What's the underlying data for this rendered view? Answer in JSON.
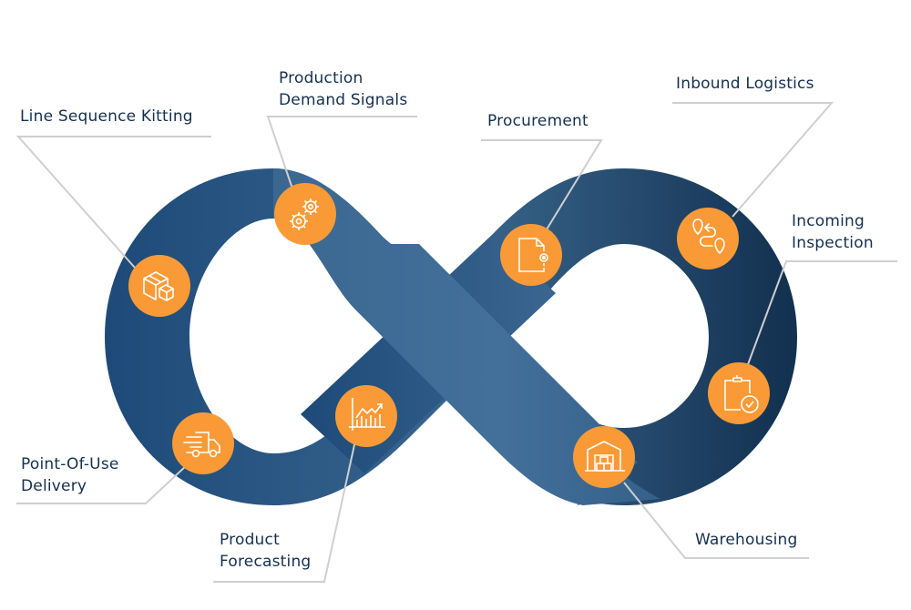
{
  "diagram": {
    "title": "Supply chain infinity loop",
    "colors": {
      "band_dark": "#13304f",
      "band_mid": "#2a5580",
      "band_light": "#456f95",
      "node_fill": "#f99a36",
      "icon_stroke": "#ffffff",
      "leader_line": "#cfcfcf",
      "label_text": "#14304f"
    },
    "nodes": [
      {
        "id": "line-sequence-kitting",
        "lines": [
          "Line Sequence Kitting"
        ],
        "icon": "boxes-icon"
      },
      {
        "id": "production-demand-signals",
        "lines": [
          "Production",
          "Demand Signals"
        ],
        "icon": "gears-icon"
      },
      {
        "id": "procurement",
        "lines": [
          "Procurement"
        ],
        "icon": "document-gear-icon"
      },
      {
        "id": "inbound-logistics",
        "lines": [
          "Inbound Logistics"
        ],
        "icon": "route-pins-icon"
      },
      {
        "id": "incoming-inspection",
        "lines": [
          "Incoming",
          "Inspection"
        ],
        "icon": "clipboard-check-icon"
      },
      {
        "id": "warehousing",
        "lines": [
          "Warehousing"
        ],
        "icon": "warehouse-icon"
      },
      {
        "id": "product-forecasting",
        "lines": [
          "Product",
          "Forecasting"
        ],
        "icon": "chart-growth-icon"
      },
      {
        "id": "point-of-use-delivery",
        "lines": [
          "Point-Of-Use",
          "Delivery"
        ],
        "icon": "delivery-truck-icon"
      }
    ]
  }
}
